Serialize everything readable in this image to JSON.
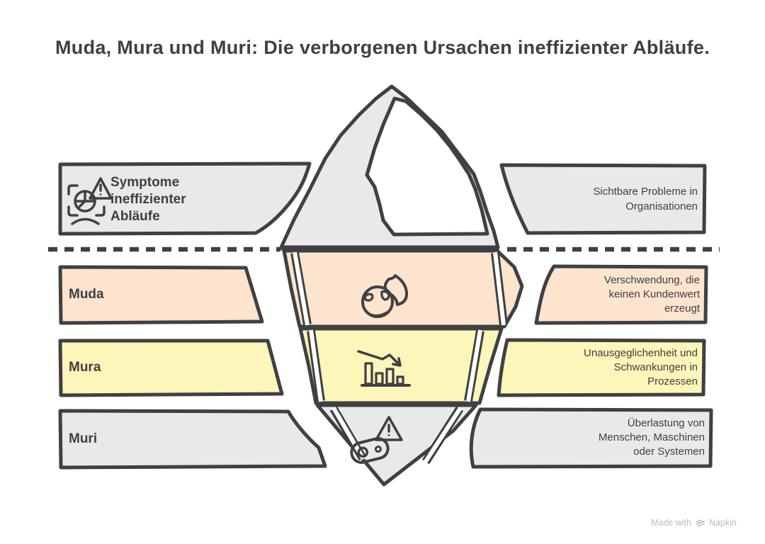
{
  "title": "Muda, Mura und Muri: Die verborgenen Ursachen ineffizienter Abläufe.",
  "diagram_type": "iceberg",
  "waterline": {
    "style": "dashed",
    "meaning": "visible vs hidden"
  },
  "rows": [
    {
      "id": "symptome",
      "label": "Symptome ineffizienter Abläufe",
      "description": "Sichtbare Probleme in Organisationen",
      "position": "above-waterline",
      "color": "#e9e9e9",
      "icon": "inspection-warning-icon"
    },
    {
      "id": "muda",
      "label": "Muda",
      "description": "Verschwendung, die keinen Kundenwert erzeugt",
      "position": "below-waterline",
      "color": "#fce4cd",
      "icon": "burning-globe-icon"
    },
    {
      "id": "mura",
      "label": "Mura",
      "description": "Unausgeglichenheit und Schwankungen in Prozessen",
      "position": "below-waterline",
      "color": "#fdf6b9",
      "icon": "declining-bar-chart-icon"
    },
    {
      "id": "muri",
      "label": "Muri",
      "description": "Überlastung von Menschen, Maschinen oder Systemen",
      "position": "below-waterline",
      "color": "#e9e9e9",
      "icon": "overload-warning-icon"
    }
  ],
  "colors": {
    "ink": "#3f4043",
    "gray_fill": "#e9e9e9",
    "peach_fill": "#fce4cd",
    "yellow_fill": "#fdf6b9",
    "background": "#ffffff",
    "footer_text": "#b9babc"
  },
  "footer": {
    "made_with": "Made with",
    "brand": "Napkin",
    "logo": "napkin-chevron-logo"
  }
}
